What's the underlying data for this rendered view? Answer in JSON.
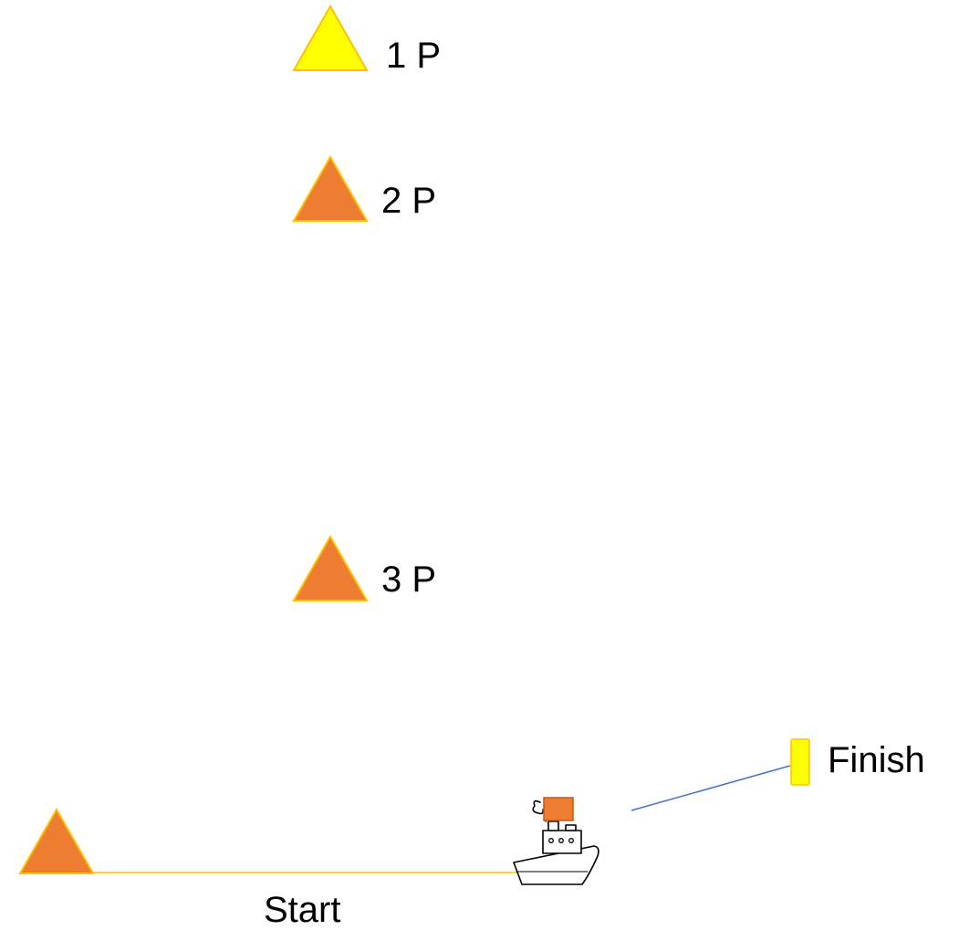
{
  "colors": {
    "mark_orange": "#ED7D31",
    "mark_yellow": "#FFFF00",
    "outline_gold": "#FFC000",
    "finish_line": "#4472C4",
    "start_line": "#FFC000"
  },
  "marks": {
    "mark_1": {
      "label": "1 P",
      "color": "yellow"
    },
    "mark_2": {
      "label": "2 P",
      "color": "orange"
    },
    "mark_3": {
      "label": "3 P",
      "color": "orange"
    },
    "pin_end": {
      "color": "orange"
    }
  },
  "labels": {
    "start": "Start",
    "finish": "Finish"
  },
  "icons": {
    "committee_boat": "boat-icon",
    "flag": "flag-icon",
    "finish_flag": "finish-flag-icon"
  }
}
